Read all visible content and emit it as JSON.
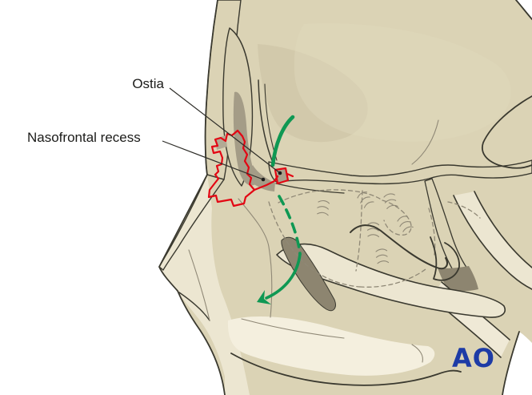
{
  "figure": {
    "labels": {
      "ostia": "Ostia",
      "nasofrontal_recess": "Nasofrontal recess"
    },
    "logo": {
      "text": "AO"
    },
    "colors": {
      "background": "#ffffff",
      "bone": "#dbd3b5",
      "bone_light": "#ece6d1",
      "bone_pale": "#f4efde",
      "stipple": "#e7e1ca",
      "outline": "#3a392f",
      "shadow_gray": "#a49c87",
      "hidden_line": "#8f8876",
      "highlight_red": "#e30613",
      "arrow_green": "#0f9853",
      "logo_blue": "#1d3ba6"
    },
    "icons": {
      "solid_arrow": "curved-green-arrow",
      "dashed_arrow": "dashed-green-drainage-arrow"
    }
  }
}
